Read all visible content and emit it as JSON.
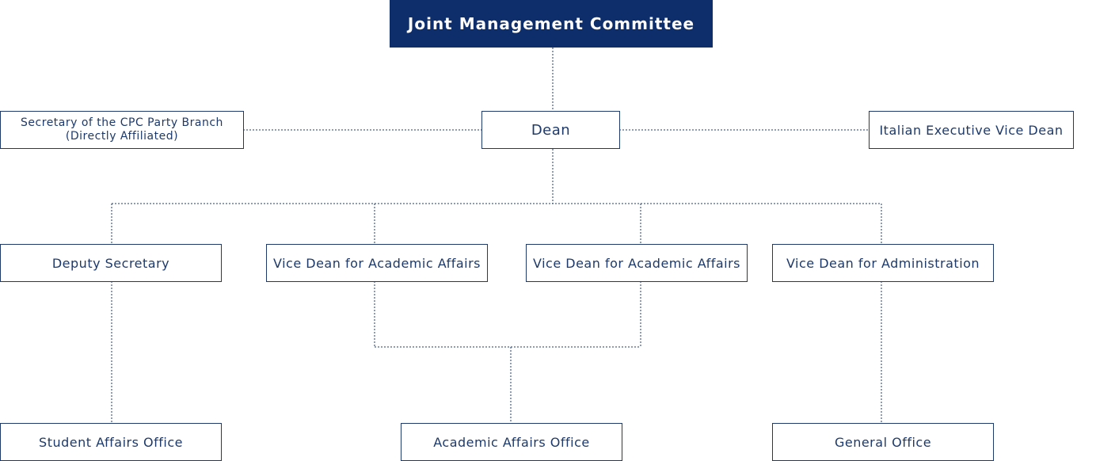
{
  "org": {
    "committee": "Joint Management Committee",
    "secretary_line1": "Secretary of the CPC Party Branch",
    "secretary_line2": "(Directly Affiliated)",
    "dean": "Dean",
    "italian_vice_dean": "Italian Executive Vice Dean",
    "deputy_secretary": "Deputy Secretary",
    "vice_dean_academic_1": "Vice Dean for Academic Affairs",
    "vice_dean_academic_2": "Vice Dean for Academic Affairs",
    "vice_dean_admin": "Vice Dean for Administration",
    "student_affairs": "Student Affairs Office",
    "academic_affairs": "Academic Affairs Office",
    "general_office": "General Office"
  },
  "colors": {
    "accent": "#0d2d6b",
    "line": "#1d3a6b"
  }
}
